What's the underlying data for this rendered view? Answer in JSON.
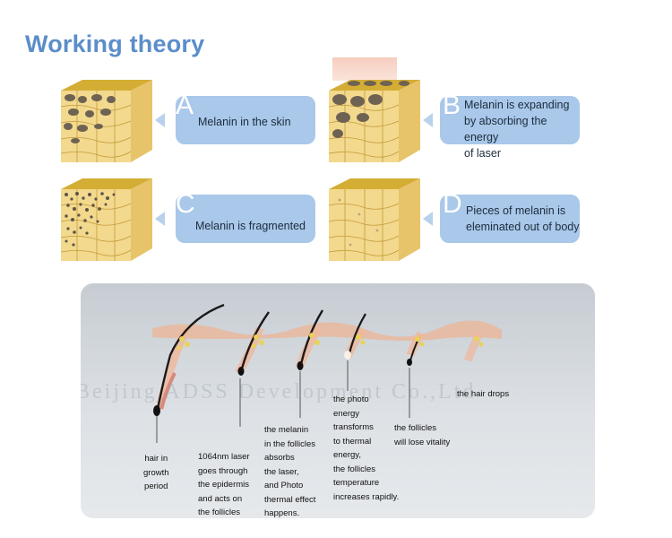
{
  "title": "Working theory",
  "steps_top": [
    {
      "letter": "A",
      "text": "Melanin in the skin"
    },
    {
      "letter": "B",
      "text": "Melanin is expanding\nby absorbing the energy\nof laser"
    },
    {
      "letter": "C",
      "text": "Melanin is fragmented"
    },
    {
      "letter": "D",
      "text": "Pieces of melanin is\neleminated out of body"
    }
  ],
  "hair_steps": [
    {
      "text": "hair in\ngrowth\nperiod"
    },
    {
      "text": "1064nm laser\ngoes through\nthe epidermis\nand acts on\nthe follicles"
    },
    {
      "text": "the melanin\nin the follicles\nabsorbs\nthe laser,\nand Photo\nthermal effect\nhappens."
    },
    {
      "text": "the photo\nenergy\ntransforms\nto thermal\nenergy,\nthe follicles\ntemperature\nincreases rapidly."
    },
    {
      "text": "the follicles\nwill lose vitality"
    },
    {
      "text": "the hair drops"
    }
  ],
  "watermark": "Beijing ADSS Development Co.,Ltd",
  "colors": {
    "title": "#5b8ec9",
    "bubble": "#a9c8ea",
    "skin_top": "#d9b43a",
    "skin_body": "#f0d68a",
    "melanin": "#6b6150"
  }
}
